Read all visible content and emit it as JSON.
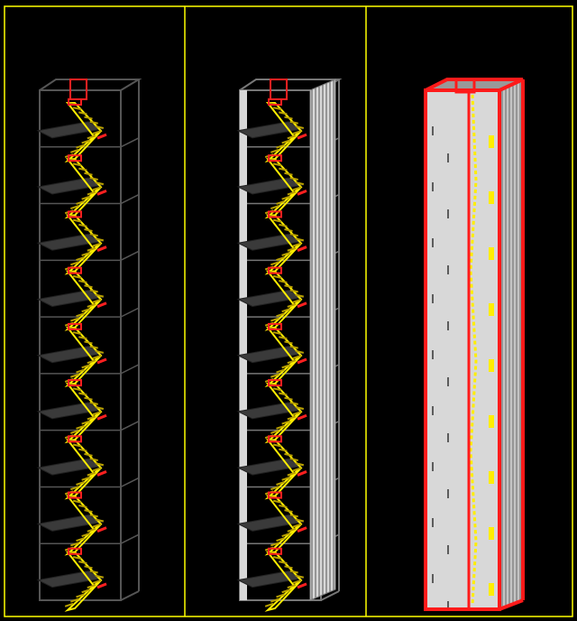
{
  "colors": {
    "background": "#000000",
    "viewport_border": "#ffff00",
    "frame": "#555555",
    "stair": "#ffee00",
    "stair_dark": "#b8a000",
    "landing_red": "#ff2020",
    "slab": "#3a3a3a",
    "cladding": "#d8d8d8",
    "cladding_edge": "#ffffff",
    "frame_red": "#ff1a1a"
  },
  "viewports": [
    {
      "id": "vp-frame",
      "style": "frame-only"
    },
    {
      "id": "vp-clad",
      "style": "side-clad"
    },
    {
      "id": "vp-enclosed",
      "style": "fully-enclosed"
    }
  ],
  "floors": 9
}
